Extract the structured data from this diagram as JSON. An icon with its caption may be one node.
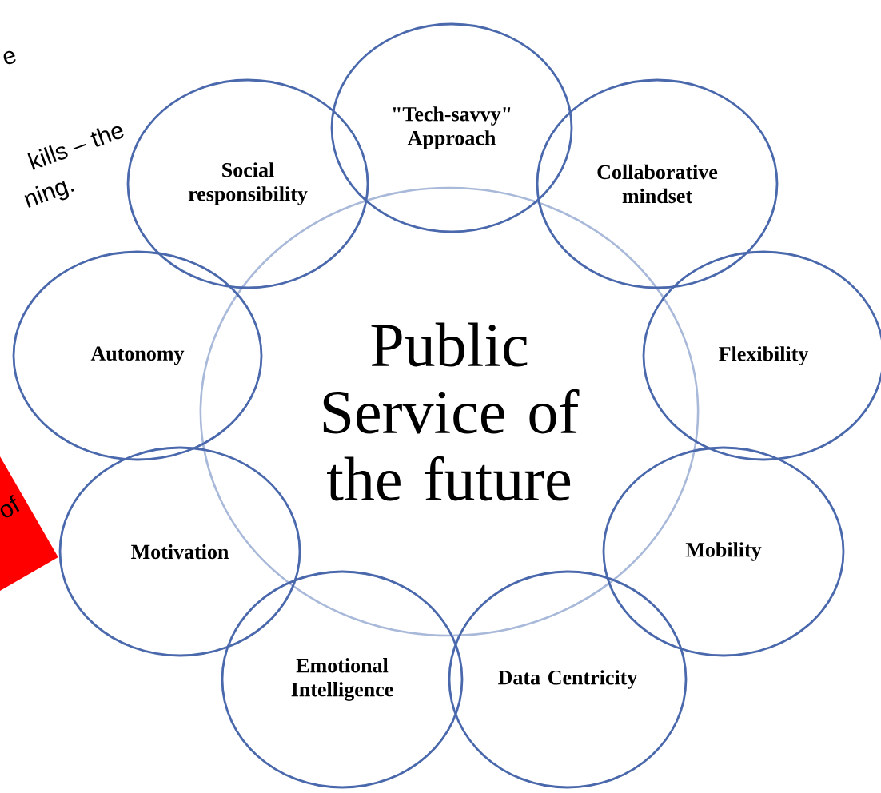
{
  "diagram": {
    "nodes": [
      {
        "text": [
          "Public Service of the future"
        ]
      },
      {
        "text": [
          "\"Tech-savvy\" Approach"
        ]
      },
      {
        "text": [
          "Collaborative mindset"
        ]
      },
      {
        "text": [
          "Flexibility"
        ]
      },
      {
        "text": [
          "Mobility"
        ]
      },
      {
        "text": [
          "Data Centricity"
        ]
      },
      {
        "text": [
          "Emotional Intelligence"
        ]
      },
      {
        "text": [
          "Motivation"
        ]
      },
      {
        "text": [
          "Autonomy"
        ]
      },
      {
        "text": [
          "Social responsibility"
        ]
      },
      {
        "text": [
          "of"
        ]
      }
    ],
    "edges": [],
    "labels": [
      "e",
      "kills – the",
      "ning."
    ]
  }
}
